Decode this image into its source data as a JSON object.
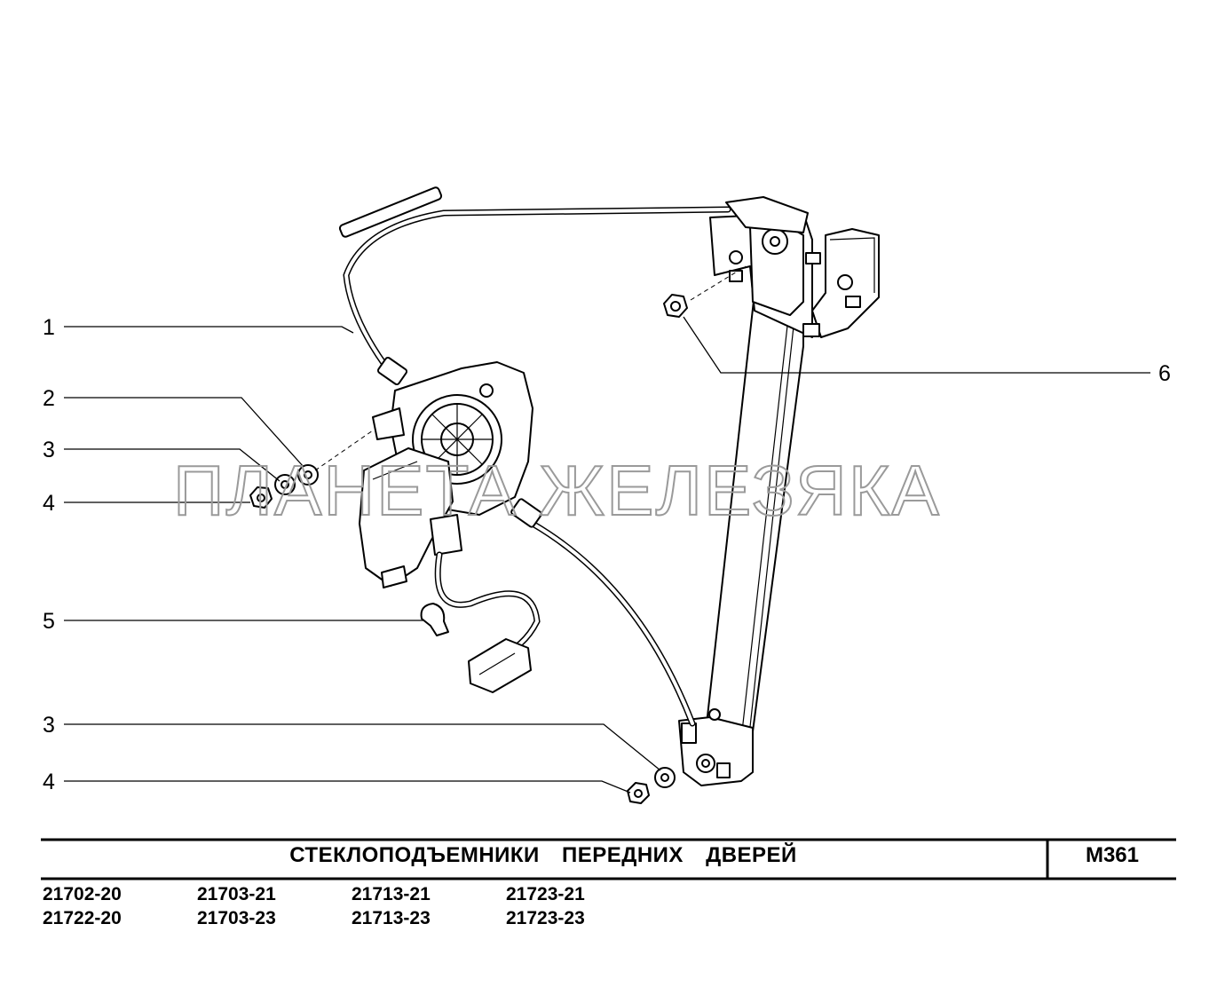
{
  "diagram": {
    "callouts": [
      "1",
      "2",
      "3",
      "4",
      "5",
      "3",
      "4",
      "6"
    ],
    "watermark": "ПЛАНЕТА ЖЕЛЕЗЯКА"
  },
  "title_block": {
    "title": "СТЕКЛОПОДЪЕМНИКИ ПЕРЕДНИХ ДВЕРЕЙ",
    "code": "М361",
    "models_row1": [
      "21702-20",
      "21703-21",
      "21713-21",
      "21723-21"
    ],
    "models_row2": [
      "21722-20",
      "21703-23",
      "21713-23",
      "21723-23"
    ]
  }
}
